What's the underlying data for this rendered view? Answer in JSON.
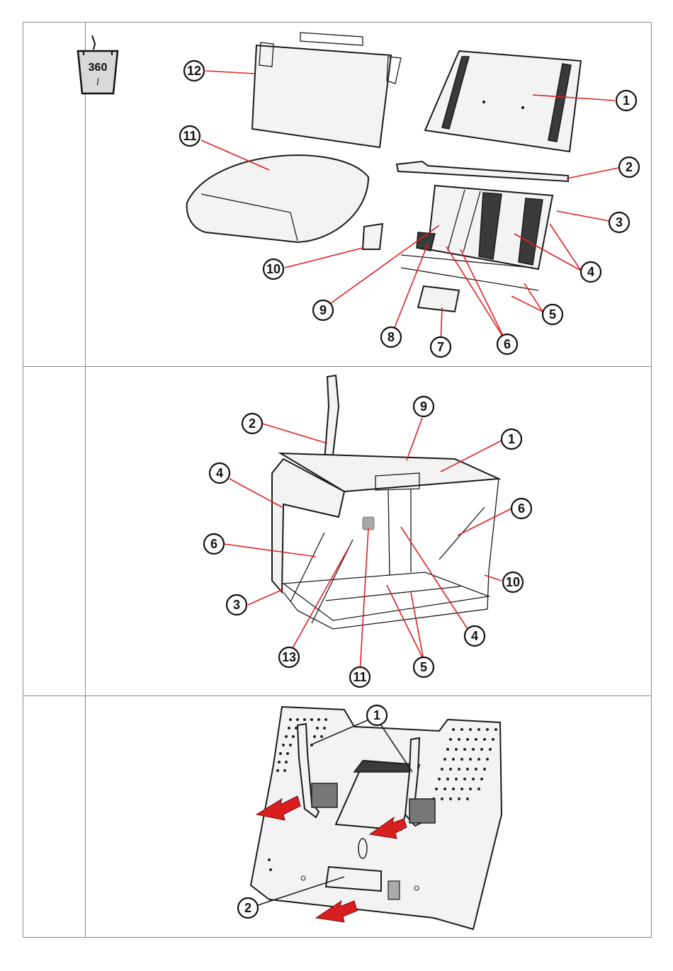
{
  "capacity_icon": {
    "value": "360",
    "unit": "l"
  },
  "panels": [
    {
      "id": "exploded-parts",
      "callouts": [
        "1",
        "2",
        "3",
        "4",
        "5",
        "6",
        "7",
        "8",
        "9",
        "10",
        "11",
        "12"
      ]
    },
    {
      "id": "assembled-frame",
      "callouts": [
        "1",
        "2",
        "3",
        "4",
        "4",
        "5",
        "6",
        "6",
        "9",
        "10",
        "11",
        "13"
      ]
    },
    {
      "id": "mounting-plate",
      "callouts": [
        "1",
        "2"
      ]
    }
  ],
  "colors": {
    "leader": "#e02020",
    "arrow": "#d81e1e",
    "outline": "#1a1a1a",
    "border": "#8a8a8a"
  }
}
